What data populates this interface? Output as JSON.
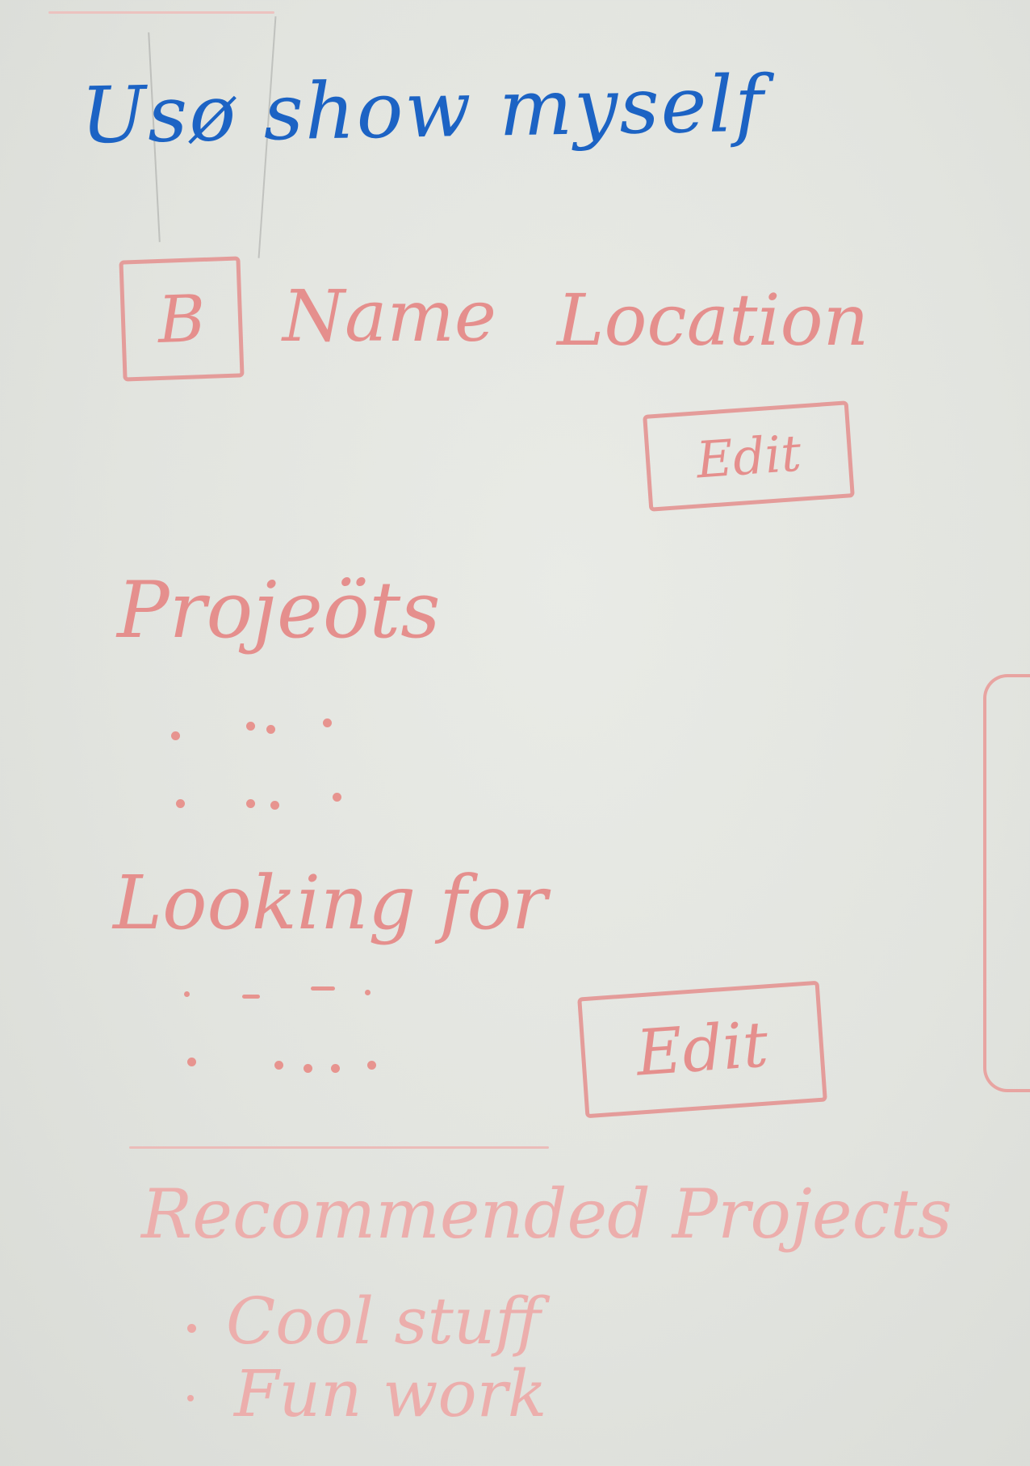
{
  "heading": "Usø show myself",
  "profile": {
    "avatar_letter": "B",
    "name": "Name",
    "location": "Location",
    "edit_label": "Edit"
  },
  "projects": {
    "title": "Projeöts"
  },
  "looking_for": {
    "title": "Looking for",
    "edit_label": "Edit"
  },
  "recommended": {
    "title": "Recommended Projects",
    "items": [
      "Cool stuff",
      "Fun work"
    ]
  },
  "colors": {
    "blue_marker": "#1c63c4",
    "red_marker": "#e58f8d"
  }
}
